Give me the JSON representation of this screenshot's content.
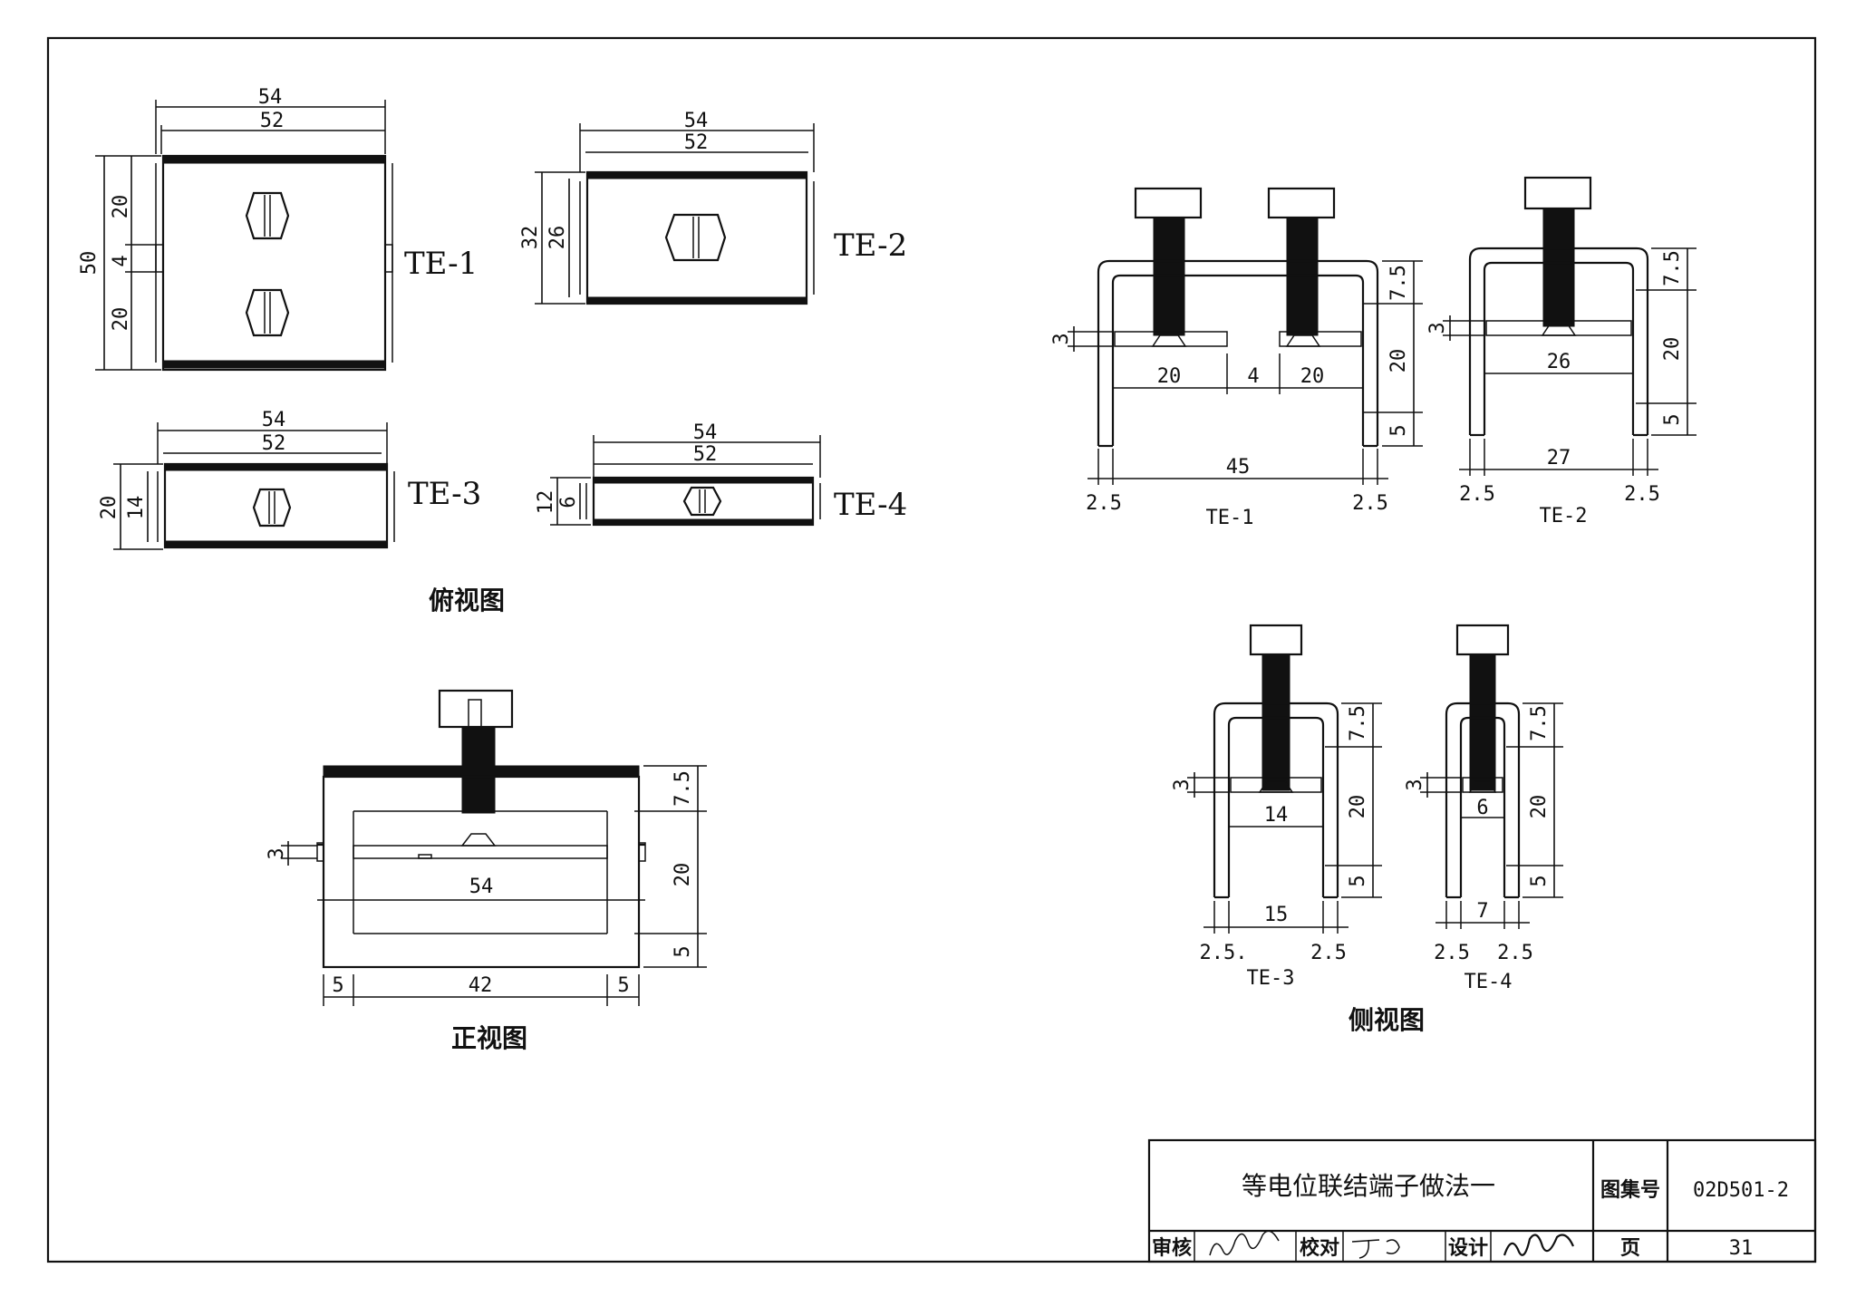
{
  "labels": {
    "te1": "TE-1",
    "te2": "TE-2",
    "te3": "TE-3",
    "te4": "TE-4"
  },
  "captions": {
    "top_view": "俯视图",
    "front_view": "正视图",
    "side_view": "侧视图"
  },
  "dims": {
    "top_te1": {
      "w54": "54",
      "w52": "52",
      "h50": "50",
      "h20a": "20",
      "h4": "4",
      "h20b": "20"
    },
    "top_te2": {
      "w54": "54",
      "w52": "52",
      "h32": "32",
      "h26": "26"
    },
    "top_te3": {
      "w54": "54",
      "w52": "52",
      "h20": "20",
      "h14": "14"
    },
    "top_te4": {
      "w54": "54",
      "w52": "52",
      "h12": "12",
      "h6": "6"
    },
    "front": {
      "h7_5": "7.5",
      "h20": "20",
      "h5": "5",
      "h3": "3",
      "w54": "54",
      "w5a": "5",
      "w42": "42",
      "w5b": "5"
    },
    "side_te1": {
      "h7_5": "7.5",
      "h20": "20",
      "h5": "5",
      "h3": "3",
      "w20a": "20",
      "w4": "4",
      "w20b": "20",
      "w45": "45",
      "w2_5a": "2.5",
      "w2_5b": "2.5"
    },
    "side_te2": {
      "h7_5": "7.5",
      "h20": "20",
      "h5": "5",
      "h3": "3",
      "w26": "26",
      "w27": "27",
      "w2_5a": "2.5",
      "w2_5b": "2.5"
    },
    "side_te3": {
      "h7_5": "7.5",
      "h20": "20",
      "h5": "5",
      "h3": "3",
      "w14": "14",
      "w15": "15",
      "w2_5a": "2.5.",
      "w2_5b": "2.5"
    },
    "side_te4": {
      "h7_5": "7.5",
      "h20": "20",
      "h5": "5",
      "h3": "3",
      "w6": "6",
      "w7": "7",
      "w2_5a": "2.5",
      "w2_5b": "2.5"
    }
  },
  "title_block": {
    "title": "等电位联结端子做法一",
    "atlas_label": "图集号",
    "atlas_no": "02D501-2",
    "review_label": "审核",
    "check_label": "校对",
    "design_label": "设计",
    "page_label": "页",
    "page_no": "31"
  }
}
